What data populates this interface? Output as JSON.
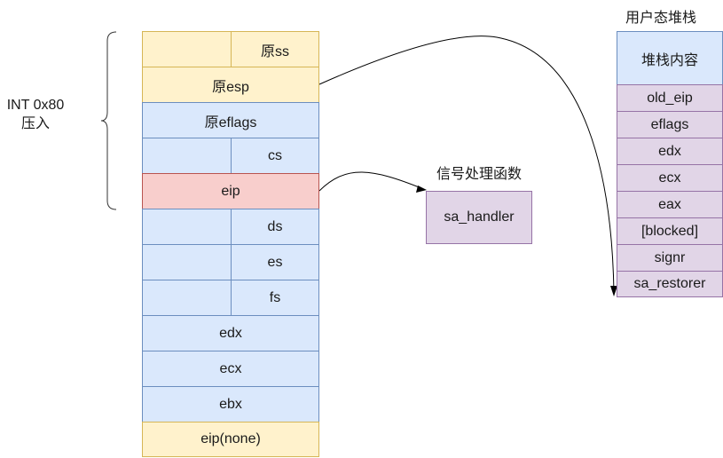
{
  "kernel_stack": {
    "row_ss": "原ss",
    "row_esp": "原esp",
    "row_eflags": "原eflags",
    "row_cs": "cs",
    "row_eip": "eip",
    "row_ds": "ds",
    "row_es": "es",
    "row_fs": "fs",
    "row_edx": "edx",
    "row_ecx": "ecx",
    "row_ebx": "ebx",
    "row_eip_none": "eip(none)"
  },
  "brace_label_line1": "INT 0x80",
  "brace_label_line2": "压入",
  "handler": {
    "title": "信号处理函数",
    "box": "sa_handler"
  },
  "user_stack": {
    "title": "用户态堆栈",
    "header": "堆栈内容",
    "rows": [
      "old_eip",
      "eflags",
      "edx",
      "ecx",
      "eax",
      "[blocked]",
      "signr",
      "sa_restorer"
    ]
  },
  "colors": {
    "yellow": "#fff2cc",
    "blue": "#dae8fc",
    "red": "#f8cecc",
    "purple": "#e1d5e7"
  }
}
